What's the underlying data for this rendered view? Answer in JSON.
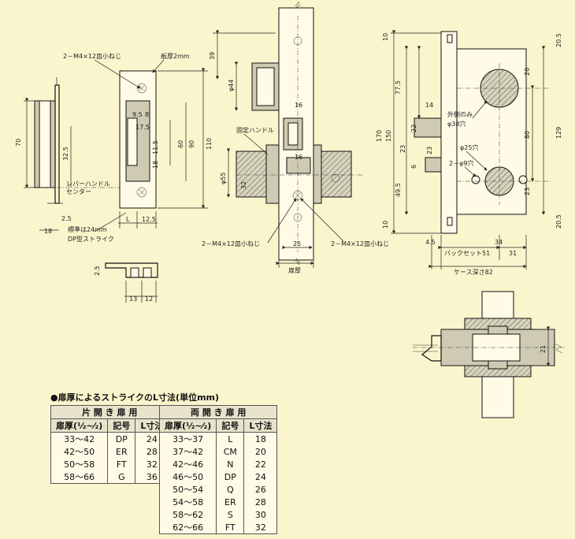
{
  "drawing": {
    "labels": {
      "screw_left": "2－M4×12皿小ねじ",
      "plate": "板厚2mm",
      "lever_center_1": "レバーハンドル",
      "lever_center_2": "センター",
      "standard": "標準は24mm",
      "dp_strike": "DP型ストライク",
      "fixed_handle": "固定ハンドル",
      "screw_mid_left": "2－M4×12皿小ねじ",
      "screw_mid_right": "2－M4×12皿小ねじ",
      "door_thickness": "扉厚",
      "outside_only": "外側のみ",
      "hole38": "φ38穴",
      "hole25": "φ25穴",
      "hole9": "2－φ9穴",
      "backset": "バックセット51",
      "case_depth": "ケース深さ82",
      "L": "L"
    },
    "dims": {
      "d70": "70",
      "d325": "32.5",
      "d18a": "18",
      "d25a": "2.5",
      "d95": "9.5",
      "d8": "8",
      "d175": "17.5",
      "d115": "11.5",
      "d18b": "18",
      "d60": "60",
      "d90": "90",
      "d110": "110",
      "d125": "12.5",
      "d25b": "2.5",
      "d13": "13",
      "d12": "12",
      "d39": "39",
      "d44": "φ44",
      "d55": "φ55",
      "d16a": "16",
      "d16b": "16",
      "d32": "32",
      "d25c": "25",
      "d10a": "10",
      "d775": "77.5",
      "d170": "170",
      "d150": "150",
      "d22": "22",
      "d23a": "23",
      "d6": "6",
      "d495": "49.5",
      "d10b": "10",
      "d14": "14",
      "d23b": "23",
      "d205a": "20.5",
      "d26": "26",
      "d80": "80",
      "d129": "129",
      "d23c": "23",
      "d205b": "20.5",
      "d45": "4.5",
      "d34": "34",
      "d31": "31",
      "d21": "21"
    }
  },
  "table_title": "●扉厚によるストライクのL寸法(単位mm)",
  "single_door": {
    "title": "片 開 き 扉 用",
    "headers": [
      "扉厚(½~⁄₂)",
      "記号",
      "L寸法"
    ],
    "rows": [
      [
        "33～42",
        "DP",
        "24"
      ],
      [
        "42～50",
        "ER",
        "28"
      ],
      [
        "50～58",
        "FT",
        "32"
      ],
      [
        "58～66",
        "G",
        "36"
      ]
    ]
  },
  "double_door": {
    "title": "両 開 き 扉 用",
    "headers": [
      "扉厚(½~⁄₂)",
      "記号",
      "L寸法"
    ],
    "rows": [
      [
        "33～37",
        "L",
        "18"
      ],
      [
        "37～42",
        "CM",
        "20"
      ],
      [
        "42～46",
        "N",
        "22"
      ],
      [
        "46～50",
        "DP",
        "24"
      ],
      [
        "50～54",
        "Q",
        "26"
      ],
      [
        "54～58",
        "ER",
        "28"
      ],
      [
        "58～62",
        "S",
        "30"
      ],
      [
        "62～66",
        "FT",
        "32"
      ]
    ]
  }
}
